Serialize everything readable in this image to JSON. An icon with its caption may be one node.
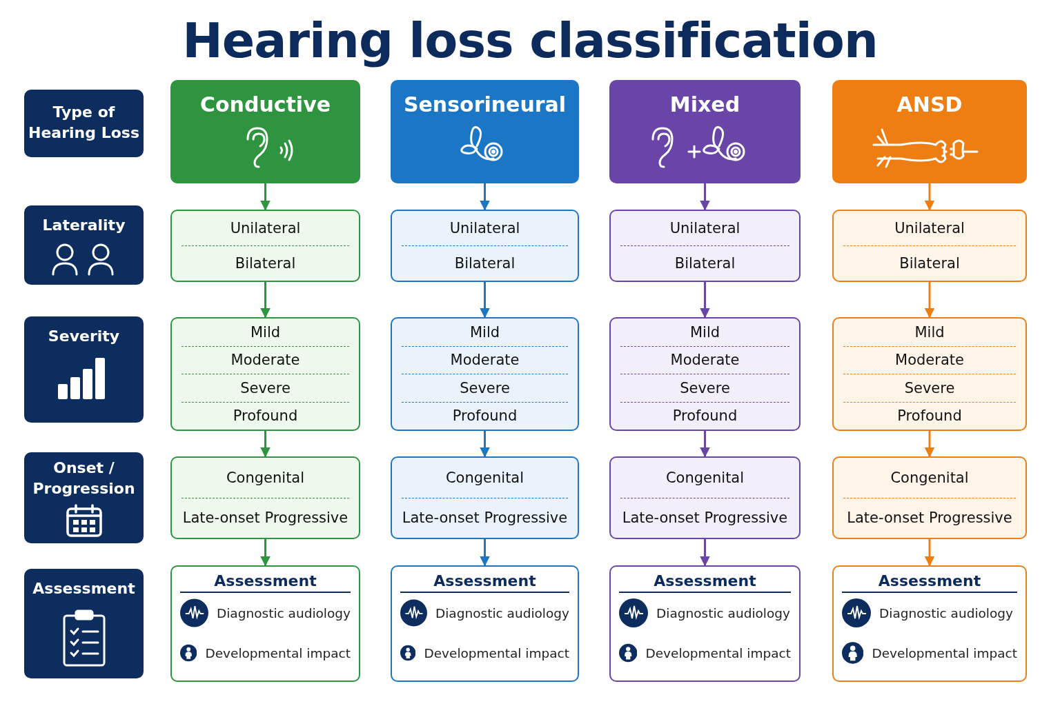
{
  "diagram": {
    "title": "Hearing loss classification",
    "nodes": [
      {
        "text": [
          "Type of Hearing Loss"
        ]
      },
      {
        "text": [
          "Laterality"
        ]
      },
      {
        "text": [
          "Severity"
        ]
      },
      {
        "text": [
          "Onset / Progression"
        ]
      },
      {
        "text": [
          "Assessment"
        ]
      },
      {
        "text": [
          "Conductive"
        ]
      },
      {
        "text": [
          "Unilateral",
          "Bilateral"
        ]
      },
      {
        "text": [
          "Mild",
          "Moderate",
          "Severe",
          "Profound"
        ]
      },
      {
        "text": [
          "Congenital",
          "Late-onset Progressive"
        ]
      },
      {
        "text": [
          "Assessment",
          "Diagnostic audiology",
          "Developmental impact"
        ]
      },
      {
        "text": [
          "Sensorineural"
        ]
      },
      {
        "text": [
          "Unilateral",
          "Bilateral"
        ]
      },
      {
        "text": [
          "Mild",
          "Moderate",
          "Severe",
          "Profound"
        ]
      },
      {
        "text": [
          "Congenital",
          "Late-onset Progressive"
        ]
      },
      {
        "text": [
          "Assessment",
          "Diagnostic audiology",
          "Developmental impact"
        ]
      },
      {
        "text": [
          "Mixed"
        ]
      },
      {
        "text": [
          "Unilateral",
          "Bilateral"
        ]
      },
      {
        "text": [
          "Mild",
          "Moderate",
          "Severe",
          "Profound"
        ]
      },
      {
        "text": [
          "Congenital",
          "Late-onset Progressive"
        ]
      },
      {
        "text": [
          "Assessment",
          "Diagnostic audiology",
          "Developmental impact"
        ]
      },
      {
        "text": [
          "ANSD"
        ]
      },
      {
        "text": [
          "Unilateral",
          "Bilateral"
        ]
      },
      {
        "text": [
          "Mild",
          "Moderate",
          "Severe",
          "Profound"
        ]
      },
      {
        "text": [
          "Congenital",
          "Late-onset Progressive"
        ]
      },
      {
        "text": [
          "Assessment",
          "Diagnostic audiology",
          "Developmental impact"
        ]
      }
    ],
    "edges": [
      {
        "from": 5,
        "to": 6,
        "arrow": "to",
        "color": "#2e9440"
      },
      {
        "from": 6,
        "to": 7,
        "arrow": "to",
        "color": "#2e9440"
      },
      {
        "from": 7,
        "to": 8,
        "arrow": "to",
        "color": "#2e9440"
      },
      {
        "from": 8,
        "to": 9,
        "arrow": "to",
        "color": "#2e9440"
      },
      {
        "from": 10,
        "to": 11,
        "arrow": "to",
        "color": "#1c76c6"
      },
      {
        "from": 11,
        "to": 12,
        "arrow": "to",
        "color": "#1c76c6"
      },
      {
        "from": 12,
        "to": 13,
        "arrow": "to",
        "color": "#1c76c6"
      },
      {
        "from": 13,
        "to": 14,
        "arrow": "to",
        "color": "#1c76c6"
      },
      {
        "from": 15,
        "to": 16,
        "arrow": "to",
        "color": "#6a45a8"
      },
      {
        "from": 16,
        "to": 17,
        "arrow": "to",
        "color": "#6a45a8"
      },
      {
        "from": 17,
        "to": 18,
        "arrow": "to",
        "color": "#6a45a8"
      },
      {
        "from": 18,
        "to": 19,
        "arrow": "to",
        "color": "#6a45a8"
      },
      {
        "from": 20,
        "to": 21,
        "arrow": "to",
        "color": "#ee7d12"
      },
      {
        "from": 21,
        "to": 22,
        "arrow": "to",
        "color": "#ee7d12"
      },
      {
        "from": 22,
        "to": 23,
        "arrow": "to",
        "color": "#ee7d12"
      },
      {
        "from": 23,
        "to": 24,
        "arrow": "to",
        "color": "#ee7d12"
      }
    ]
  }
}
